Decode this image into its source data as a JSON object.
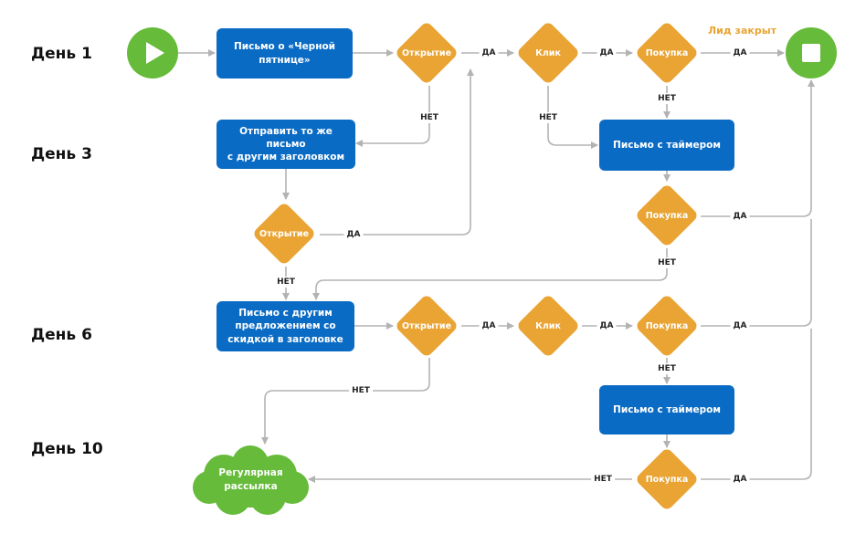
{
  "days": [
    "День 1",
    "День 3",
    "День 6",
    "День 10"
  ],
  "lead_closed": "Лид закрыт",
  "boxes": {
    "black_friday": "Письмо о «Черной\nпятнице»",
    "resend": "Отправить то же письмо\nс другим заголовком",
    "discount": "Письмо с другим\nпредложением со\nскидкой в заголовке",
    "timer1": "Письмо с таймером",
    "timer2": "Письмо с таймером"
  },
  "decisions": {
    "open1": "Открытие",
    "click1": "Клик",
    "buy1": "Покупка",
    "open2": "Открытие",
    "buy2": "Покупка",
    "open3": "Открытие",
    "click3": "Клик",
    "buy3": "Покупка",
    "buy4": "Покупка"
  },
  "regular": "Регулярная\nрассылка",
  "edge_labels": {
    "yes": "ДА",
    "no": "НЕТ"
  },
  "colors": {
    "box": "#0a6bc4",
    "decision": "#e9a434",
    "terminal": "#66bb3a",
    "connector": "#b3b3b3"
  }
}
